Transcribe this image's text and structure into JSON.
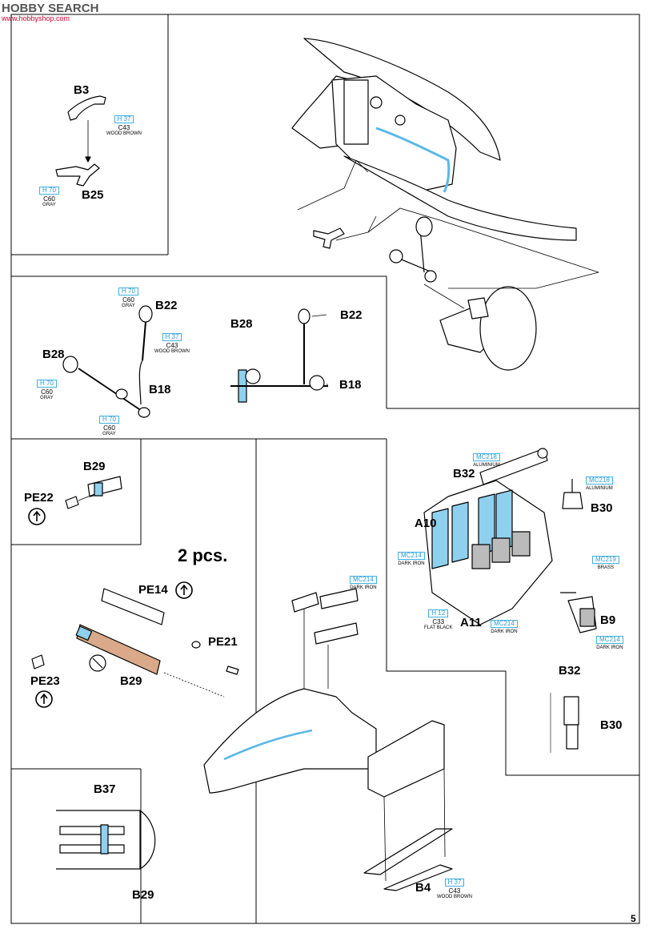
{
  "watermark": {
    "text": "HOBBY SEARCH",
    "domain": "www.hobbyshop.com"
  },
  "labels": {
    "b3": "B3",
    "b25": "B25",
    "b22_left": "B22",
    "b28_left": "B28",
    "b18_left": "B18",
    "b28_right": "B28",
    "b22_right": "B22",
    "b18_right": "B18",
    "b29_top": "B29",
    "pe22": "PE22",
    "two_pcs": "2 pcs.",
    "pe14": "PE14",
    "pe21": "PE21",
    "pe23": "PE23",
    "b29_mid": "B29",
    "b37": "B37",
    "b29_bottom": "B29",
    "b32": "B32",
    "b30": "B30",
    "a10": "A10",
    "a11": "A11",
    "b9": "B9",
    "b32_small": "B32",
    "b30_small": "B30",
    "b4": "B4"
  },
  "callouts": {
    "b3_color": {
      "c1": "H 37",
      "c2": "C43",
      "c3": "WOOD BROWN"
    },
    "b25_color": {
      "c1": "H 70",
      "c2": "C60",
      "c3": "GRAY"
    },
    "b22_color1": {
      "c1": "H 70",
      "c2": "C60",
      "c3": "GRAY"
    },
    "b22_color2": {
      "c1": "H 37",
      "c2": "C43",
      "c3": "WOOD BROWN"
    },
    "b28_color": {
      "c1": "H 70",
      "c2": "C60",
      "c3": "GRAY"
    },
    "b18_color": {
      "c1": "H 70",
      "c2": "C60",
      "c3": "GRAY"
    },
    "gun_color": {
      "c1": "MC214",
      "c3": "DARK IRON"
    },
    "b32_color": {
      "c1": "MC218",
      "c3": "ALUMINIUM"
    },
    "b30_color": {
      "c1": "MC218",
      "c3": "ALUMINIUM"
    },
    "a10_color": {
      "c1": "MC214",
      "c3": "DARK IRON"
    },
    "brass_color": {
      "c1": "MC219",
      "c3": "BRASS"
    },
    "a11_color1": {
      "c1": "H 12",
      "c2": "C33",
      "c3": "FLAT BLACK"
    },
    "a11_color2": {
      "c1": "MC214",
      "c3": "DARK IRON"
    },
    "b9_color": {
      "c1": "MC214",
      "c3": "DARK IRON"
    },
    "b4_color": {
      "c1": "H 37",
      "c2": "C43",
      "c3": "WOOD BROWN"
    }
  },
  "page_number": "5",
  "colors": {
    "highlight": "#8fd0ee",
    "callout": "#3fb0e0",
    "wood": "#d9a98a",
    "line": "#000000"
  }
}
